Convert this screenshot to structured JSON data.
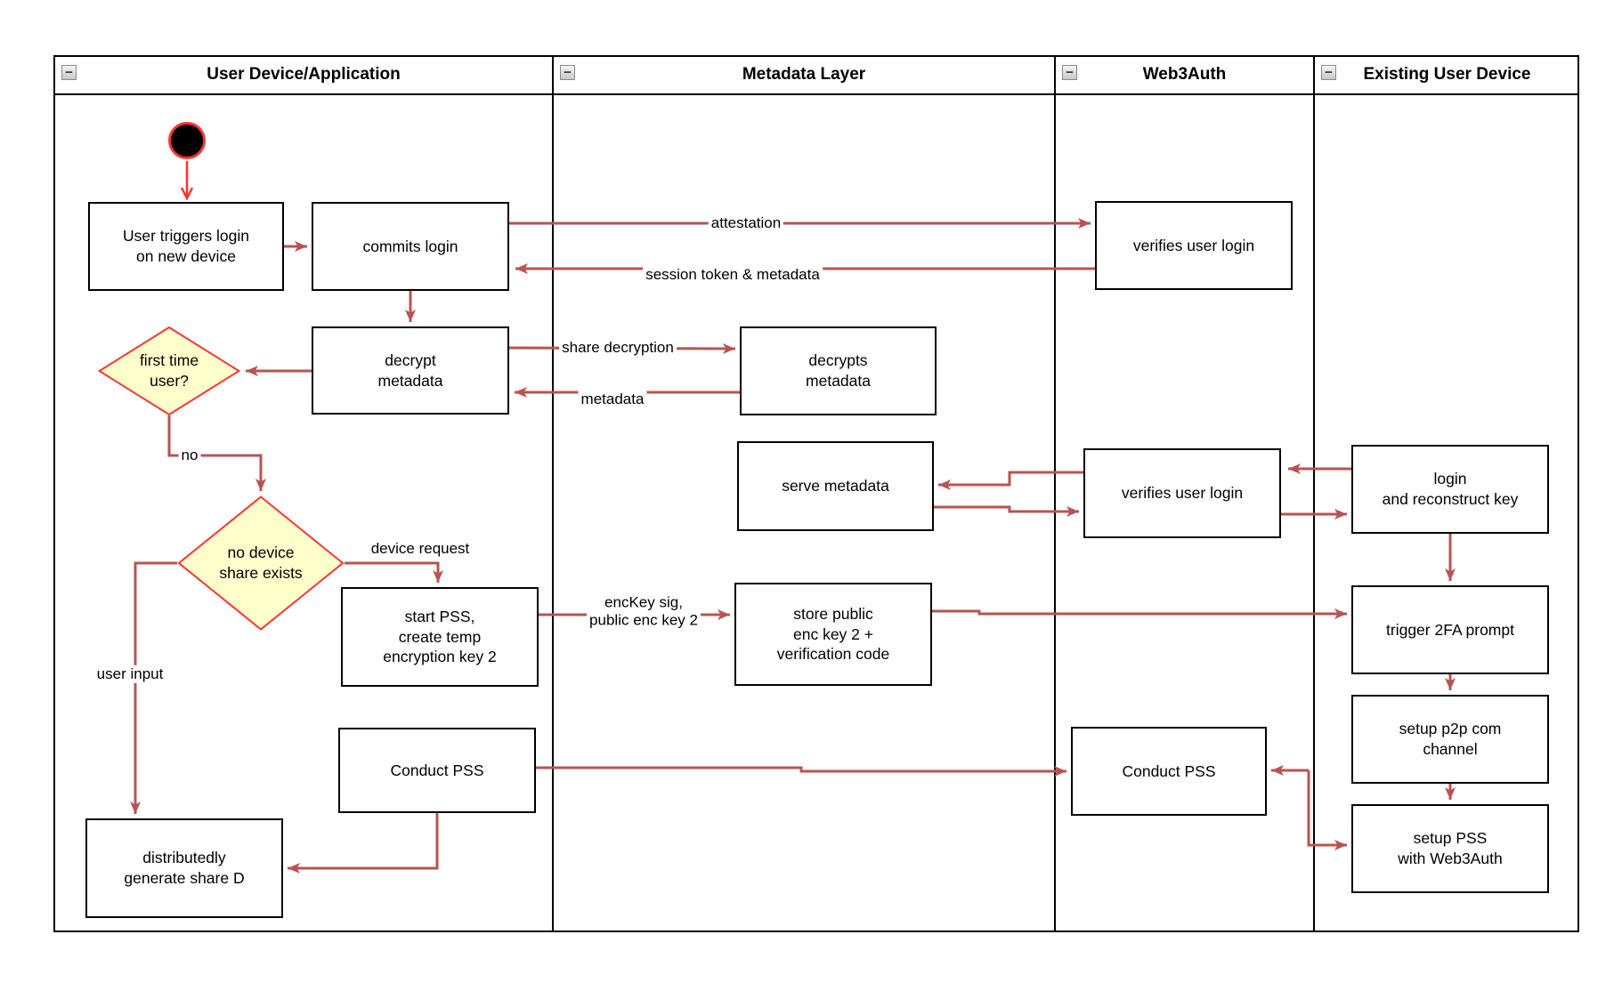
{
  "diagram": {
    "collapse_icon": "−",
    "lanes": [
      {
        "title": "User Device/Application"
      },
      {
        "title": "Metadata Layer"
      },
      {
        "title": "Web3Auth"
      },
      {
        "title": "Existing User Device"
      }
    ],
    "nodes": {
      "user_triggers": {
        "label": "User triggers login\non new device"
      },
      "commits_login": {
        "label": "commits login"
      },
      "decrypt_metadata": {
        "label": "decrypt\nmetadata"
      },
      "first_time_user": {
        "label": "first time\nuser?"
      },
      "no_device_share": {
        "label": "no device\nshare exists"
      },
      "start_pss": {
        "label": "start PSS,\ncreate temp\nencryption key 2"
      },
      "conduct_pss_user": {
        "label": "Conduct PSS"
      },
      "distributedly": {
        "label": "distributedly\ngenerate share D"
      },
      "decrypts_metadata": {
        "label": "decrypts\nmetadata"
      },
      "serve_metadata": {
        "label": "serve metadata"
      },
      "store_public": {
        "label": "store public\nenc key 2 +\nverification code"
      },
      "verifies_login_1": {
        "label": "verifies user login"
      },
      "verifies_login_2": {
        "label": "verifies user login"
      },
      "conduct_pss_w3a": {
        "label": "Conduct PSS"
      },
      "login_reconstruct": {
        "label": "login\nand reconstruct key"
      },
      "trigger_2fa": {
        "label": "trigger 2FA prompt"
      },
      "setup_p2p": {
        "label": "setup p2p com\nchannel"
      },
      "setup_pss": {
        "label": "setup PSS\nwith Web3Auth"
      }
    },
    "edge_labels": {
      "attestation": "attestation",
      "session_token": "session token & metadata",
      "share_decryption": "share decryption",
      "metadata": "metadata",
      "no": "no",
      "device_request": "device request",
      "user_input": "user input",
      "enckey": "encKey sig,\npublic enc key 2"
    },
    "colors": {
      "connector": "#B85450",
      "start_connector": "#FF3333",
      "decision_fill": "#FFFFCC",
      "decision_stroke": "#FF3333",
      "node_border": "#000000",
      "start_fill": "#000000"
    }
  }
}
